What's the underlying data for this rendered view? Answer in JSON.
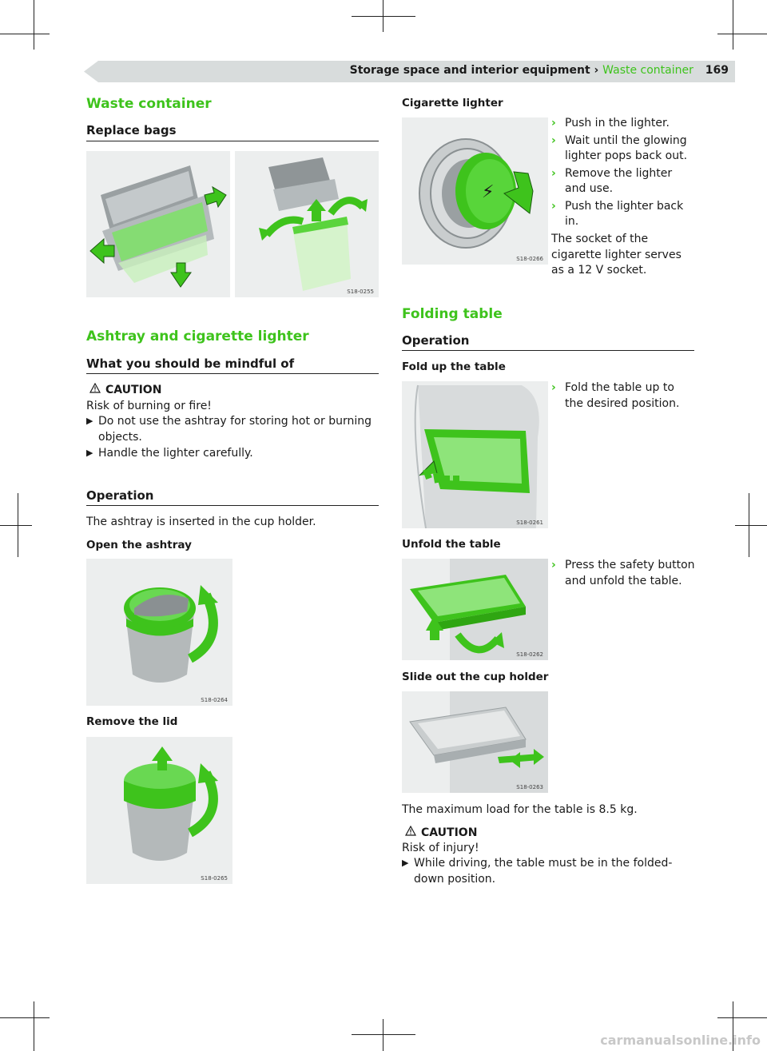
{
  "header": {
    "breadcrumb": "Storage space and interior equipment",
    "separator": "›",
    "section": "Waste container",
    "page_number": "169"
  },
  "waste_container": {
    "title": "Waste container",
    "subtitle": "Replace bags",
    "figure_code": "S18-0255"
  },
  "ashtray": {
    "title": "Ashtray and cigarette lighter",
    "subtitle": "What you should be mindful of",
    "caution": {
      "label": "CAUTION",
      "text": "Risk of burning or fire!",
      "bullets": [
        "Do not use the ashtray for storing hot or burning objects.",
        "Handle the lighter carefully."
      ]
    },
    "operation_title": "Operation",
    "operation_intro": "The ashtray is inserted in the cup holder.",
    "open_label": "Open the ashtray",
    "open_figure": "S18-0264",
    "remove_label": "Remove the lid",
    "remove_figure": "S18-0265"
  },
  "lighter": {
    "label": "Cigarette lighter",
    "figure": "S18-0266",
    "steps": [
      "Push in the lighter.",
      "Wait until the glowing lighter pops back out.",
      "Remove the lighter and use.",
      "Push the lighter back in."
    ],
    "note": "The socket of the cigarette lighter serves as a 12 V socket."
  },
  "folding_table": {
    "title": "Folding table",
    "subtitle": "Operation",
    "fold_label": "Fold up the table",
    "fold_figure": "S18-0261",
    "fold_step": "Fold the table up to the desired position.",
    "unfold_label": "Unfold the table",
    "unfold_figure": "S18-0262",
    "unfold_step": "Press the safety button and unfold the table.",
    "slide_label": "Slide out the cup holder",
    "slide_figure": "S18-0263",
    "max_load": "The maximum load for the table is 8.5 kg.",
    "caution": {
      "label": "CAUTION",
      "text": "Risk of injury!",
      "bullet": "While driving, the table must be in the folded-down position."
    }
  },
  "watermark": "carmanualsonline.info",
  "colors": {
    "accent": "#3ec31c",
    "header_band": "#d8dcdc",
    "figure_bg": "#eceeee"
  }
}
